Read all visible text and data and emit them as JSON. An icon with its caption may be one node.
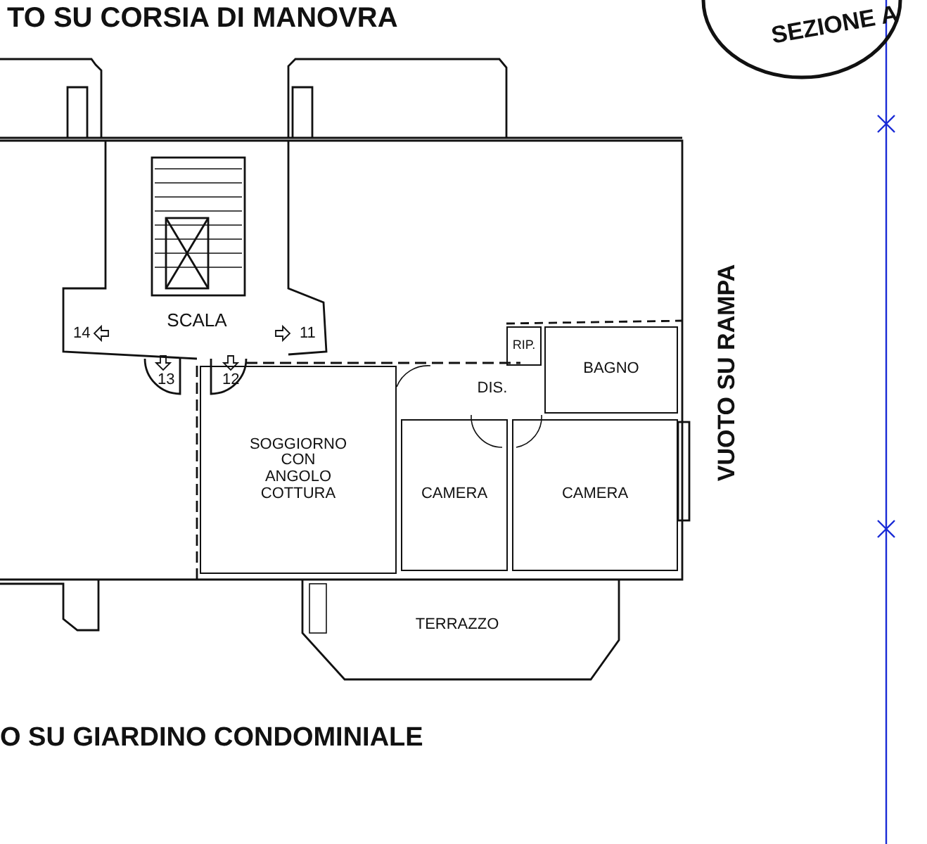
{
  "diagram": {
    "nodes": [
      {
        "text": [
          "SCALA"
        ]
      },
      {
        "text": [
          "RIP."
        ]
      },
      {
        "text": [
          "BAGNO"
        ]
      },
      {
        "text": [
          "DIS."
        ]
      },
      {
        "text": [
          "SOGGIORNO CON ANGOLO COTTURA"
        ]
      },
      {
        "text": [
          "CAMERA"
        ]
      },
      {
        "text": [
          "CAMERA"
        ]
      },
      {
        "text": [
          "TERRAZZO"
        ]
      }
    ],
    "edges": [],
    "labels": [
      "TO SU CORSIA DI MANOVRA",
      "SEZIONE A",
      "14",
      "11",
      "13",
      "12",
      "VUOTO SU RAMPA",
      "O SU GIARDINO CONDOMINIALE"
    ]
  }
}
